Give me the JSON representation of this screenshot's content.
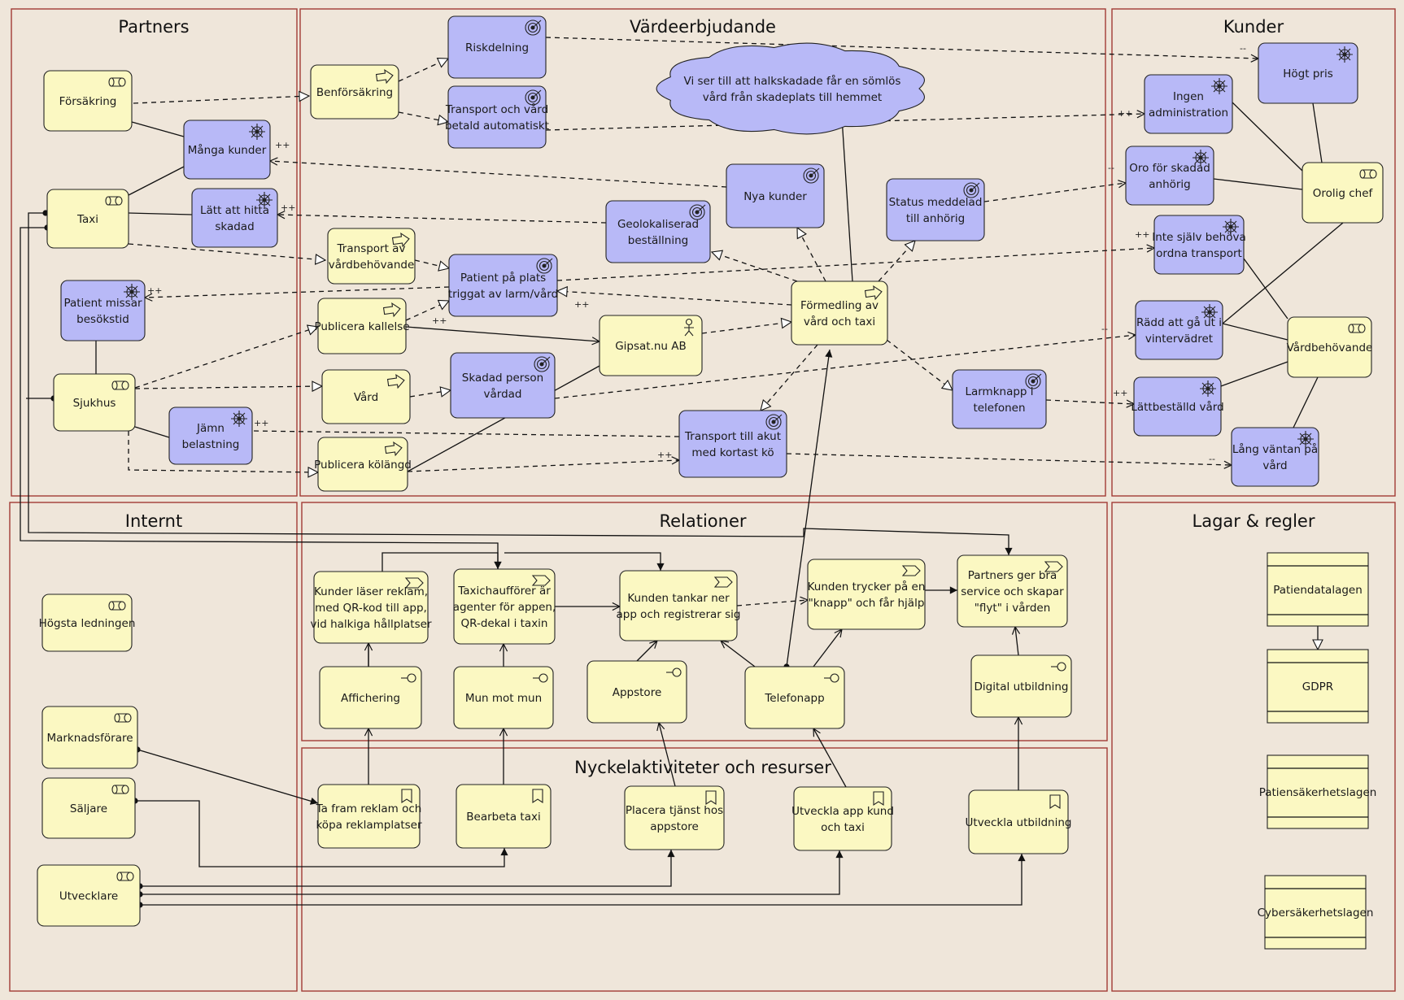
{
  "zones": {
    "partners": "Partners",
    "vardeerbjudande": "Värdeerbjudande",
    "kunder": "Kunder",
    "internt": "Internt",
    "relationer": "Relationer",
    "lagar": "Lagar & regler",
    "nyckel": "Nyckelaktiviteter och resurser"
  },
  "nodes": [
    {
      "id": "forsakring",
      "lines": [
        "Försäkring"
      ],
      "kind": "yellow",
      "icon": "actor-role-icon"
    },
    {
      "id": "taxi",
      "lines": [
        "Taxi"
      ],
      "kind": "yellow",
      "icon": "actor-role-icon"
    },
    {
      "id": "sjukhus",
      "lines": [
        "Sjukhus"
      ],
      "kind": "yellow",
      "icon": "actor-role-icon"
    },
    {
      "id": "manga-kunder",
      "lines": [
        "Många kunder"
      ],
      "kind": "blue",
      "icon": "driver-icon"
    },
    {
      "id": "latt-hitta",
      "lines": [
        "Lätt att hitta",
        "skadad"
      ],
      "kind": "blue",
      "icon": "driver-icon"
    },
    {
      "id": "patient-missar",
      "lines": [
        "Patient missar",
        "besökstid"
      ],
      "kind": "blue",
      "icon": "driver-icon"
    },
    {
      "id": "jamn-belastning",
      "lines": [
        "Jämn",
        "belastning"
      ],
      "kind": "blue",
      "icon": "driver-icon"
    },
    {
      "id": "benforsakring",
      "lines": [
        "Benförsäkring"
      ],
      "kind": "yellow",
      "icon": "process-icon"
    },
    {
      "id": "riskdelning",
      "lines": [
        "Riskdelning"
      ],
      "kind": "blue",
      "icon": "goal-icon"
    },
    {
      "id": "transport-betald",
      "lines": [
        "Transport och vård",
        "betald automatiskt"
      ],
      "kind": "blue",
      "icon": "goal-icon"
    },
    {
      "id": "cloud",
      "lines": [
        "Vi ser till att halkskadade får en sömlös",
        "vård från skadeplats till hemmet"
      ],
      "kind": "cloud",
      "icon": "none"
    },
    {
      "id": "nya-kunder",
      "lines": [
        "Nya kunder"
      ],
      "kind": "blue",
      "icon": "goal-icon"
    },
    {
      "id": "geolokaliserad",
      "lines": [
        "Geolokaliserad",
        "beställning"
      ],
      "kind": "blue",
      "icon": "goal-icon"
    },
    {
      "id": "status-meddelad",
      "lines": [
        "Status meddelad",
        "till anhörig"
      ],
      "kind": "blue",
      "icon": "goal-icon"
    },
    {
      "id": "transport-vardbehov",
      "lines": [
        "Transport av",
        "vårdbehövande"
      ],
      "kind": "yellow",
      "icon": "process-icon"
    },
    {
      "id": "patient-pa-plats",
      "lines": [
        "Patient på plats",
        "triggat av larm/vård"
      ],
      "kind": "blue",
      "icon": "goal-icon"
    },
    {
      "id": "publicera-kallelse",
      "lines": [
        "Publicera kallelse"
      ],
      "kind": "yellow",
      "icon": "process-icon"
    },
    {
      "id": "gipsat",
      "lines": [
        "Gipsat.nu AB"
      ],
      "kind": "yellow",
      "icon": "actor-icon"
    },
    {
      "id": "formedling",
      "lines": [
        "Förmedling av",
        "vård och taxi"
      ],
      "kind": "yellow",
      "icon": "process-icon"
    },
    {
      "id": "vard",
      "lines": [
        "Vård"
      ],
      "kind": "yellow",
      "icon": "process-icon"
    },
    {
      "id": "skadad-person",
      "lines": [
        "Skadad person",
        "vårdad"
      ],
      "kind": "blue",
      "icon": "goal-icon"
    },
    {
      "id": "larmknapp",
      "lines": [
        "Larmknapp i",
        "telefonen"
      ],
      "kind": "blue",
      "icon": "goal-icon"
    },
    {
      "id": "publicera-kolangd",
      "lines": [
        "Publicera kölängd"
      ],
      "kind": "yellow",
      "icon": "process-icon"
    },
    {
      "id": "transport-akut",
      "lines": [
        "Transport till akut",
        "med kortast kö"
      ],
      "kind": "blue",
      "icon": "goal-icon"
    },
    {
      "id": "hogt-pris",
      "lines": [
        "Högt pris"
      ],
      "kind": "blue",
      "icon": "driver-icon"
    },
    {
      "id": "ingen-admin",
      "lines": [
        "Ingen",
        "administration"
      ],
      "kind": "blue",
      "icon": "driver-icon"
    },
    {
      "id": "oro-skadad",
      "lines": [
        "Oro för skadad",
        "anhörig"
      ],
      "kind": "blue",
      "icon": "driver-icon"
    },
    {
      "id": "orolig-chef",
      "lines": [
        "Orolig chef"
      ],
      "kind": "yellow",
      "icon": "actor-role-icon"
    },
    {
      "id": "inte-sjalv",
      "lines": [
        "Inte själv behöva",
        "ordna transport"
      ],
      "kind": "blue",
      "icon": "driver-icon"
    },
    {
      "id": "radd-ga-ut",
      "lines": [
        "Rädd att gå ut i",
        "vintervädret"
      ],
      "kind": "blue",
      "icon": "driver-icon"
    },
    {
      "id": "vardbehovande",
      "lines": [
        "Vårdbehövande"
      ],
      "kind": "yellow",
      "icon": "actor-role-icon"
    },
    {
      "id": "lattbestalld",
      "lines": [
        "Lättbeställd vård"
      ],
      "kind": "blue",
      "icon": "driver-icon"
    },
    {
      "id": "lang-vantan",
      "lines": [
        "Lång väntan på",
        "vård"
      ],
      "kind": "blue",
      "icon": "driver-icon"
    },
    {
      "id": "hogsta-ledningen",
      "lines": [
        "Högsta ledningen"
      ],
      "kind": "yellow",
      "icon": "actor-role-icon"
    },
    {
      "id": "marknadsforare",
      "lines": [
        "Marknadsförare"
      ],
      "kind": "yellow",
      "icon": "actor-role-icon"
    },
    {
      "id": "saljare",
      "lines": [
        "Säljare"
      ],
      "kind": "yellow",
      "icon": "actor-role-icon"
    },
    {
      "id": "utvecklare",
      "lines": [
        "Utvecklare"
      ],
      "kind": "yellow",
      "icon": "actor-role-icon"
    },
    {
      "id": "kunder-laser",
      "lines": [
        "Kunder läser reklam,",
        "med QR-kod till app,",
        "vid halkiga hållplatser"
      ],
      "kind": "yellow",
      "icon": "event-icon"
    },
    {
      "id": "taxichaufforer",
      "lines": [
        "Taxichaufförer är",
        "agenter för appen,",
        "QR-dekal i taxin"
      ],
      "kind": "yellow",
      "icon": "event-icon"
    },
    {
      "id": "kunden-tankar",
      "lines": [
        "Kunden tankar ner",
        "app och registrerar sig"
      ],
      "kind": "yellow",
      "icon": "event-icon"
    },
    {
      "id": "kunden-trycker",
      "lines": [
        "Kunden trycker på en",
        "\"knapp\" och får hjälp"
      ],
      "kind": "yellow",
      "icon": "event-icon"
    },
    {
      "id": "partners-ger",
      "lines": [
        "Partners ger bra",
        "service och skapar",
        "\"flyt\" i vården"
      ],
      "kind": "yellow",
      "icon": "event-icon"
    },
    {
      "id": "affichering",
      "lines": [
        "Affichering"
      ],
      "kind": "yellow",
      "icon": "interface-icon"
    },
    {
      "id": "mun-mot-mun",
      "lines": [
        "Mun mot mun"
      ],
      "kind": "yellow",
      "icon": "interface-icon"
    },
    {
      "id": "appstore",
      "lines": [
        "Appstore"
      ],
      "kind": "yellow",
      "icon": "interface-icon"
    },
    {
      "id": "telefonapp",
      "lines": [
        "Telefonapp"
      ],
      "kind": "yellow",
      "icon": "interface-icon"
    },
    {
      "id": "digital-utbildning",
      "lines": [
        "Digital utbildning"
      ],
      "kind": "yellow",
      "icon": "interface-icon"
    },
    {
      "id": "ta-fram-reklam",
      "lines": [
        "Ta fram reklam och",
        "köpa reklamplatser"
      ],
      "kind": "yellow",
      "icon": "deliverable-icon"
    },
    {
      "id": "bearbeta-taxi",
      "lines": [
        "Bearbeta taxi"
      ],
      "kind": "yellow",
      "icon": "deliverable-icon"
    },
    {
      "id": "placera-tjanst",
      "lines": [
        "Placera tjänst hos",
        "appstore"
      ],
      "kind": "yellow",
      "icon": "deliverable-icon"
    },
    {
      "id": "utveckla-app",
      "lines": [
        "Utveckla app kund",
        "och taxi"
      ],
      "kind": "yellow",
      "icon": "deliverable-icon"
    },
    {
      "id": "utveckla-utbildning",
      "lines": [
        "Utveckla utbildning"
      ],
      "kind": "yellow",
      "icon": "deliverable-icon"
    },
    {
      "id": "patiendatalagen",
      "lines": [
        "Patiendatalagen"
      ],
      "kind": "yellow",
      "icon": "none"
    },
    {
      "id": "gdpr",
      "lines": [
        "GDPR"
      ],
      "kind": "yellow",
      "icon": "none"
    },
    {
      "id": "patiensakerhetslagen",
      "lines": [
        "Patiensäkerhetslagen"
      ],
      "kind": "yellow",
      "icon": "none"
    },
    {
      "id": "cybersakerhetslagen",
      "lines": [
        "Cybersäkerhetslagen"
      ],
      "kind": "yellow",
      "icon": "none"
    }
  ],
  "signs": {
    "plus": "++",
    "minus": "--"
  }
}
